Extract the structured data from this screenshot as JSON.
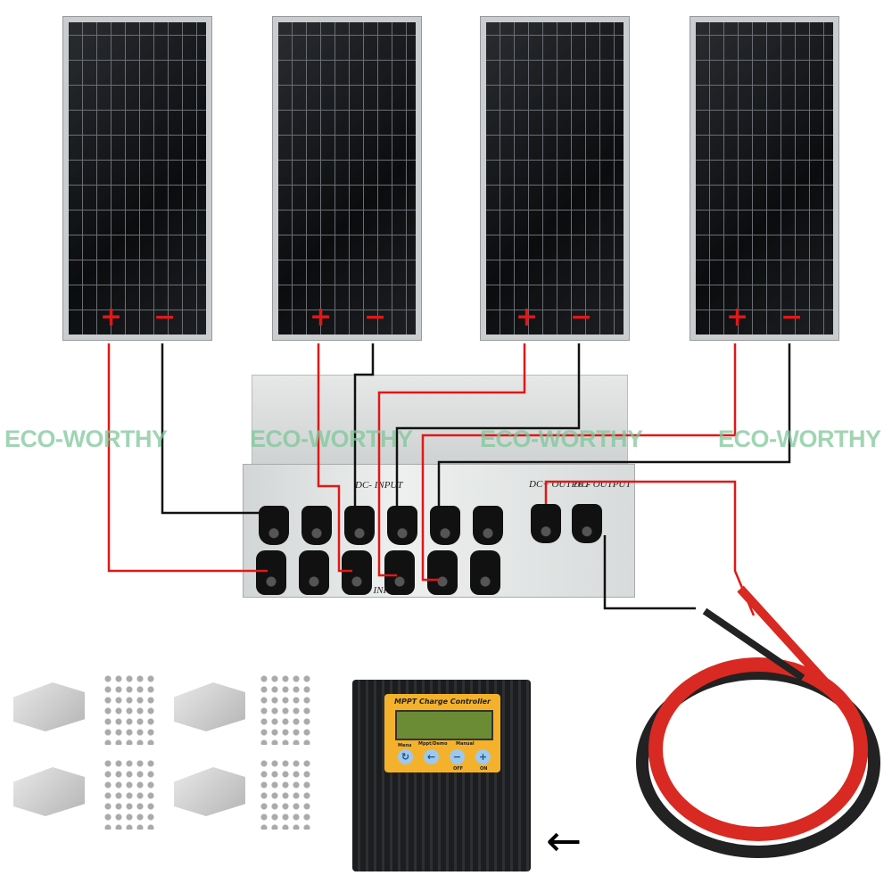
{
  "brand_watermark": "ECO-WORTHY",
  "panels": [
    {
      "plus": "+",
      "minus": "−"
    },
    {
      "plus": "+",
      "minus": "−"
    },
    {
      "plus": "+",
      "minus": "−"
    },
    {
      "plus": "+",
      "minus": "−"
    }
  ],
  "combiner_box": {
    "dc_minus_input": "DC- INPUT",
    "dc_plus_input": "DC+ INPUT",
    "dc_plus_output": "DC+ OUTPUT",
    "dc_minus_output": "DC- OUTPUT"
  },
  "controller": {
    "title": "MPPT Charge Controller",
    "buttons": [
      {
        "label": "Menu",
        "icon": "↻"
      },
      {
        "label": "Mppt/Demo",
        "icon": "←"
      },
      {
        "label": "Manual",
        "icon": "−",
        "sub": "OFF"
      },
      {
        "label": "",
        "icon": "+",
        "sub": "ON"
      }
    ]
  },
  "arrow": "←",
  "colors": {
    "positive_wire": "#e01818",
    "negative_wire": "#111111",
    "watermark": "#7fc79a"
  }
}
